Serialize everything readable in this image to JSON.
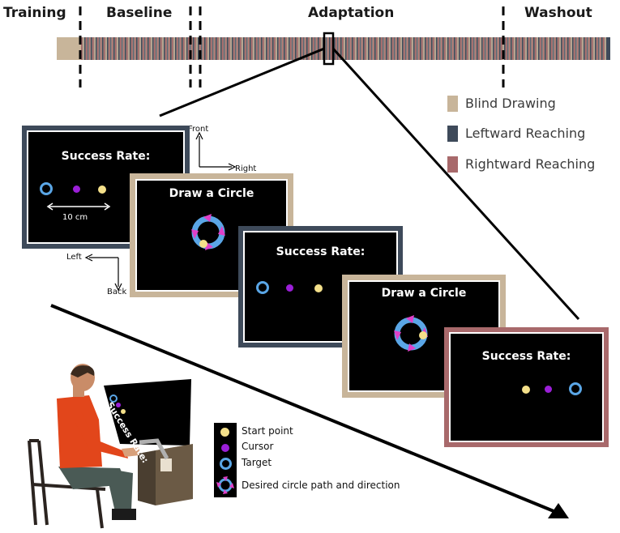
{
  "stages": {
    "training": "Training",
    "baseline": "Baseline",
    "adaptation": "Adaptation",
    "washout": "Washout"
  },
  "legend": [
    {
      "label": "Blind Drawing",
      "color": "#c8b59a"
    },
    {
      "label": "Leftward Reaching",
      "color": "#3e4a5a"
    },
    {
      "label": "Rightward Reaching",
      "color": "#a8696b"
    }
  ],
  "screens": {
    "success_title": "Success Rate:",
    "draw_title": "Draw a Circle",
    "scale_label": "10 cm"
  },
  "directions": {
    "front": "Front",
    "right": "Right",
    "left": "Left",
    "back": "Back"
  },
  "subject_screen_text": "Success Rate:",
  "key": [
    {
      "label": "Start point",
      "icon": "start-point-icon"
    },
    {
      "label": "Cursor",
      "icon": "cursor-icon"
    },
    {
      "label": "Target",
      "icon": "target-icon"
    },
    {
      "label": "Desired circle path and direction",
      "icon": "circle-path-icon"
    }
  ],
  "colors": {
    "blind": "#c8b59a",
    "leftward": "#3e4a5a",
    "rightward": "#a8696b",
    "start_point": "#f4e08a",
    "cursor": "#9b1fd8",
    "target": "#5aa6e6",
    "arrowhead": "#e040c8"
  }
}
